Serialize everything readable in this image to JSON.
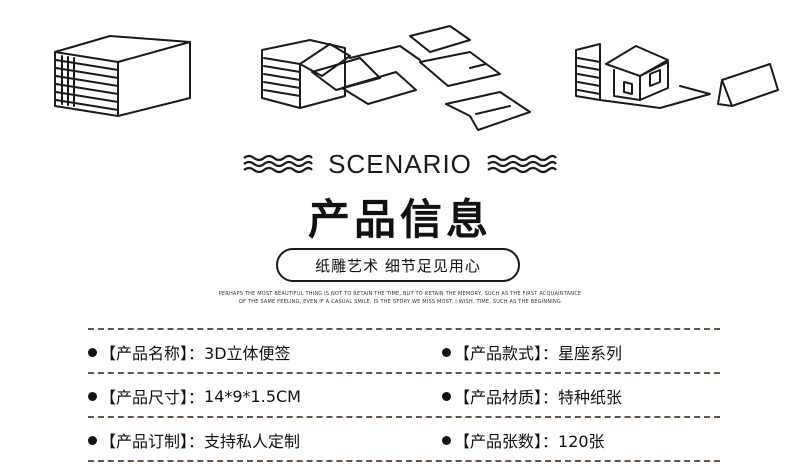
{
  "header": {
    "scenario": "SCENARIO",
    "title": "产品信息",
    "pill": "纸雕艺术 细节足见用心",
    "tagline_line1": "PERHAPS THE MOST BEAUTIFUL THING IS NOT TO RETAIN THE TIME, BUT TO RETAIN THE MEMORY, SUCH AS THE FIRST ACQUAINTANCE",
    "tagline_line2": "OF THE SAME FEELING, EVEN IF A CASUAL SMILE, IS THE STORY WE MISS MOST. I WISH, TIME, SUCH AS THE BEGINNING"
  },
  "specs": [
    {
      "label": "【产品名称】：",
      "value": "3D立体便签"
    },
    {
      "label": "【产品款式】：",
      "value": "星座系列"
    },
    {
      "label": "【产品尺寸】：",
      "value": "14*9*1.5CM"
    },
    {
      "label": "【产品材质】：",
      "value": "特种纸张"
    },
    {
      "label": "【产品订制】：",
      "value": "支持私人定制"
    },
    {
      "label": "【产品张数】：",
      "value": "120张"
    }
  ],
  "colors": {
    "text": "#111111",
    "divider": "#6b5344",
    "background": "#ffffff"
  },
  "icons": [
    "stacked-paper-block-icon",
    "flying-notes-icon",
    "paper-house-icon",
    "tent-card-icon"
  ]
}
